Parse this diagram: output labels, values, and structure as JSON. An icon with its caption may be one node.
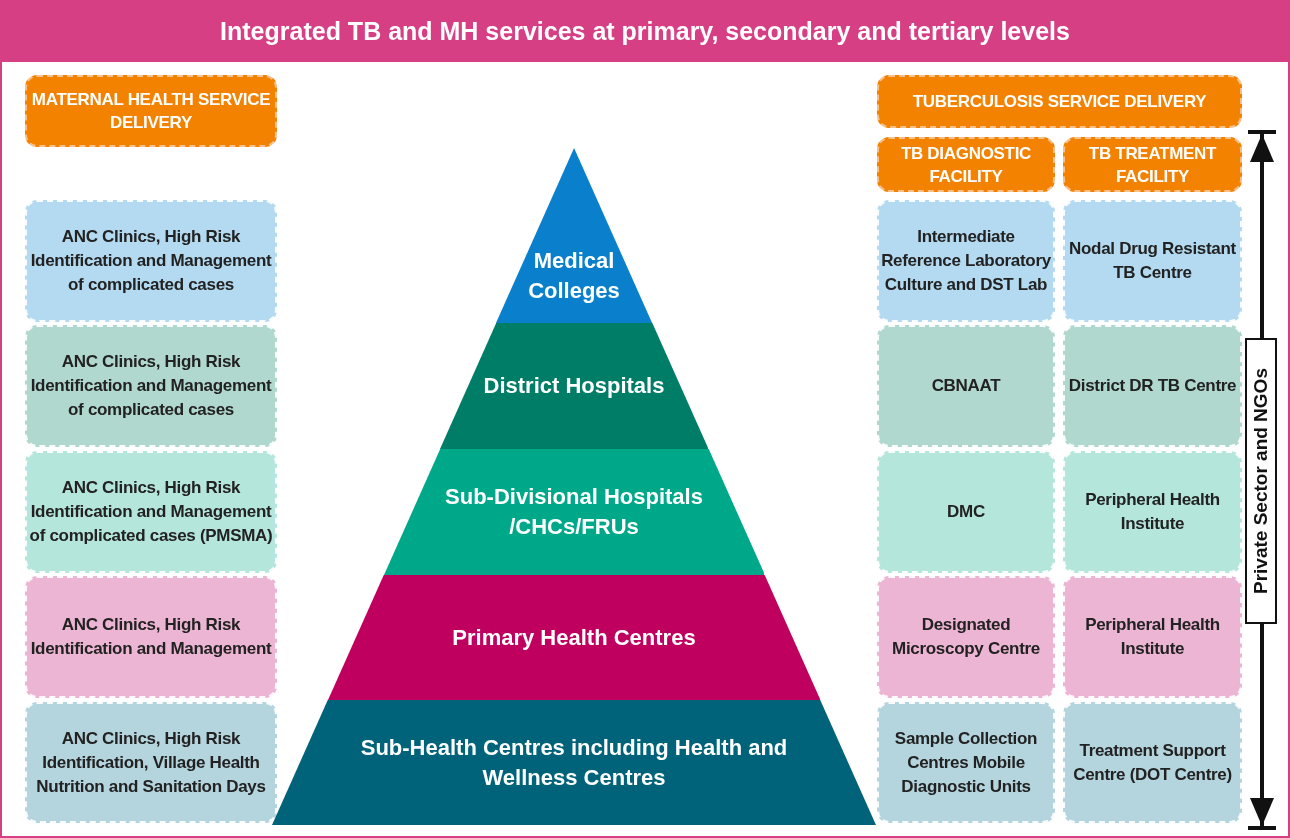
{
  "diagram": {
    "title": "Integrated TB and MH services at primary, secondary and tertiary levels",
    "nodes": [
      {
        "text": [
          "MATERNAL HEALTH SERVICE DELIVERY"
        ]
      },
      {
        "text": [
          "TUBERCULOSIS SERVICE DELIVERY"
        ]
      },
      {
        "text": [
          "TB DIAGNOSTIC FACILITY"
        ]
      },
      {
        "text": [
          "TB TREATMENT FACILITY"
        ]
      },
      {
        "text": [
          "ANC Clinics, High Risk Identification and Management of complicated cases"
        ]
      },
      {
        "text": [
          "Medical Colleges"
        ]
      },
      {
        "text": [
          "Intermediate Reference Laboratory Culture and DST Lab"
        ]
      },
      {
        "text": [
          "Nodal Drug Resistant TB Centre"
        ]
      },
      {
        "text": [
          "ANC Clinics, High Risk Identification and Management of complicated cases"
        ]
      },
      {
        "text": [
          "District Hospitals"
        ]
      },
      {
        "text": [
          "CBNAAT"
        ]
      },
      {
        "text": [
          "District DR TB Centre"
        ]
      },
      {
        "text": [
          "ANC Clinics, High Risk Identification and Management of complicated cases (PMSMA)"
        ]
      },
      {
        "text": [
          "Sub-Divisional Hospitals /CHCs/FRUs"
        ]
      },
      {
        "text": [
          "DMC"
        ]
      },
      {
        "text": [
          "Peripheral Health Institute"
        ]
      },
      {
        "text": [
          "ANC Clinics, High Risk Identification and Management"
        ]
      },
      {
        "text": [
          "Primary Health Centres"
        ]
      },
      {
        "text": [
          "Designated Microscopy Centre"
        ]
      },
      {
        "text": [
          "Peripheral Health Institute"
        ]
      },
      {
        "text": [
          "ANC Clinics, High Risk Identification, Village Health Nutrition and Sanitation Days"
        ]
      },
      {
        "text": [
          "Sub-Health Centres including Health and Wellness Centres"
        ]
      },
      {
        "text": [
          "Sample Collection Centres Mobile Diagnostic Units"
        ]
      },
      {
        "text": [
          "Treatment Support Centre (DOT Centre)"
        ]
      }
    ],
    "labels": [
      "Private Sector and NGOs"
    ]
  }
}
